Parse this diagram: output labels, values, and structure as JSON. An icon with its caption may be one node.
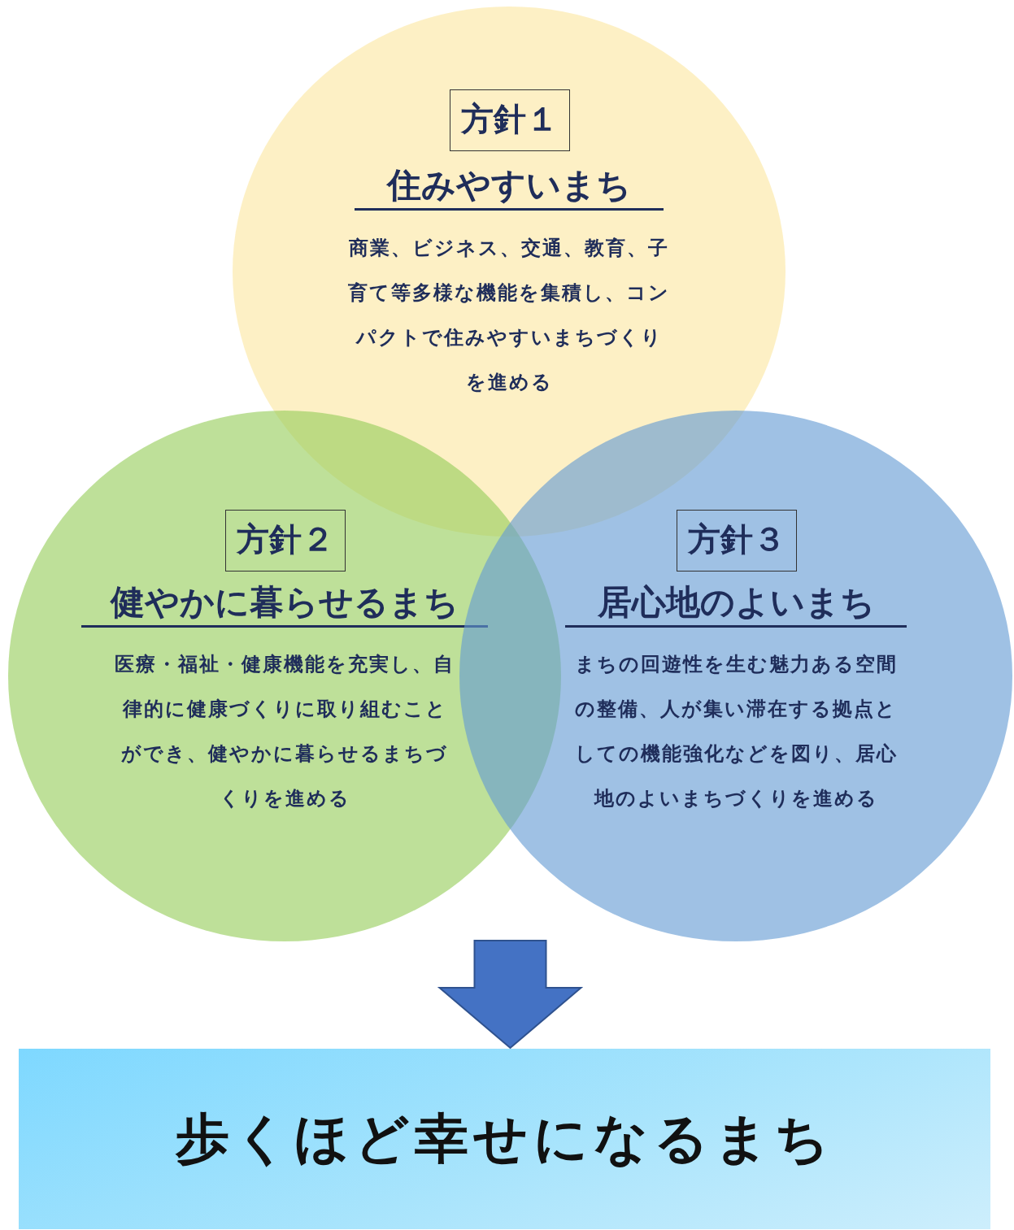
{
  "diagram": {
    "nodes": [
      {
        "text": [
          "方針１",
          "住みやすいまち",
          "商業、ビジネス、交通、教育、子育て等多様な機能を集積し、コンパクトで住みやすいまちづくりを進める"
        ]
      },
      {
        "text": [
          "方針２",
          "健やかに暮らせるまち",
          "医療・福祉・健康機能を充実し、自律的に健康づくりに取り組むことができ、健やかに暮らせるまちづくりを進める"
        ]
      },
      {
        "text": [
          "方針３",
          "居心地のよいまち",
          "まちの回遊性を生む魅力ある空間の整備、人が集い滞在する拠点としての機能強化などを図り、居心地のよいまちづくりを進める"
        ]
      },
      {
        "text": [
          "歩くほど幸せになるまち"
        ]
      }
    ],
    "edges": [
      {
        "from": 1,
        "to": 3,
        "arrow": "to"
      },
      {
        "from": 2,
        "to": 3,
        "arrow": "to"
      }
    ]
  }
}
